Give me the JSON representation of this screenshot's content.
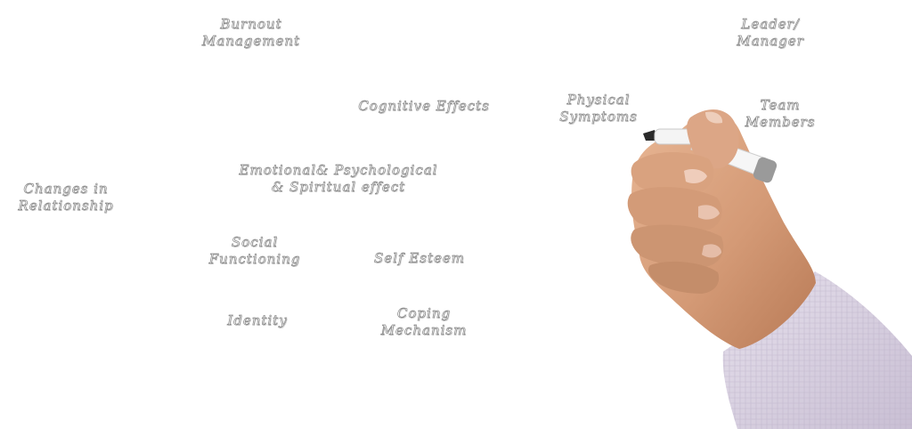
{
  "words": [
    {
      "key": "burnout",
      "lines": [
        "Burnout",
        "Management"
      ]
    },
    {
      "key": "leader",
      "lines": [
        "Leader/",
        "Manager"
      ]
    },
    {
      "key": "cognitive",
      "lines": [
        "Cognitive Effects"
      ]
    },
    {
      "key": "physical",
      "lines": [
        "Physical",
        "Symptoms"
      ]
    },
    {
      "key": "team",
      "lines": [
        "Team",
        "Members"
      ]
    },
    {
      "key": "emotional",
      "lines": [
        "Emotional& Psychological",
        "& Spiritual effect"
      ]
    },
    {
      "key": "changes",
      "lines": [
        "Changes in",
        "Relationship"
      ]
    },
    {
      "key": "social",
      "lines": [
        "Social",
        "Functioning"
      ]
    },
    {
      "key": "selfesteem",
      "lines": [
        "Self Esteem"
      ]
    },
    {
      "key": "identity",
      "lines": [
        "Identity"
      ]
    },
    {
      "key": "coping",
      "lines": [
        "Coping",
        "Mechanism"
      ]
    }
  ],
  "colors": {
    "background": "#ffffff",
    "text_outline": "#8a8a8a",
    "skin": "#d9a27f",
    "sleeve": "#d9d2e2"
  },
  "icons": {
    "hand": "hand-holding-marker"
  }
}
